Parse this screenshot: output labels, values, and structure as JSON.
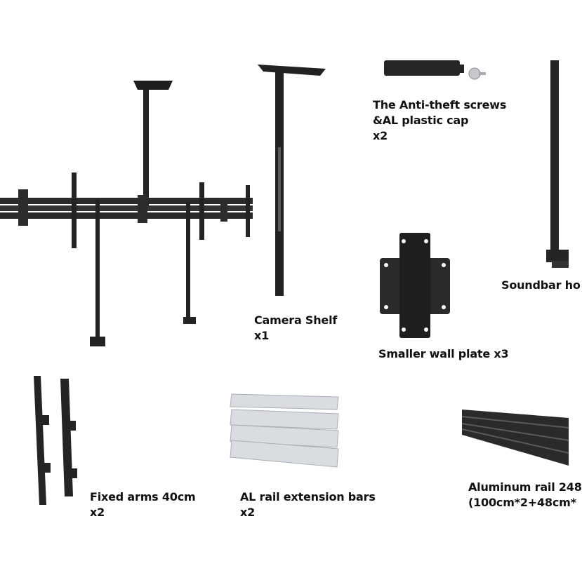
{
  "colors": {
    "background": "#ffffff",
    "metal_dark": "#1f1f1f",
    "metal_mid": "#3a3a3a",
    "aluminum": "#d9dde2",
    "text": "#111111"
  },
  "components": [
    {
      "id": "camera-shelf",
      "name": "Camera Shelf",
      "qty": "x1"
    },
    {
      "id": "anti-theft",
      "name_line1": "The Anti-theft screws",
      "name_line2": "&AL plastic cap",
      "qty": "x2"
    },
    {
      "id": "soundbar",
      "name": "Soundbar ho"
    },
    {
      "id": "wall-plate",
      "name": "Smaller wall plate x3"
    },
    {
      "id": "fixed-arms",
      "name": "Fixed arms 40cm",
      "qty": "x2"
    },
    {
      "id": "rail-ext",
      "name": "AL rail extension bars",
      "qty": "x2"
    },
    {
      "id": "aluminum-rail",
      "name": "Aluminum rail 248",
      "detail": "(100cm*2+48cm*"
    }
  ]
}
